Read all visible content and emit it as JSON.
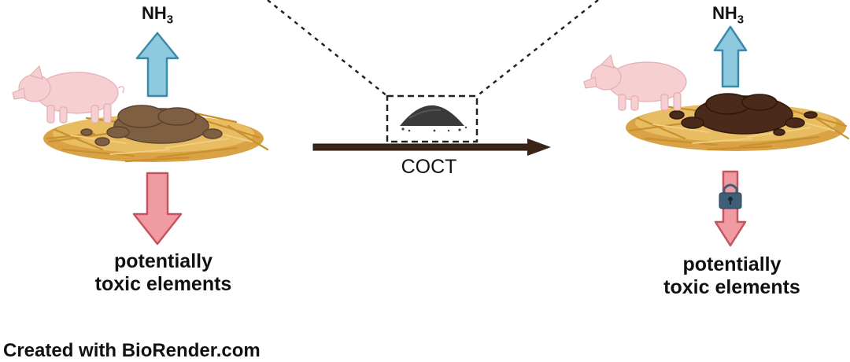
{
  "diagram": {
    "left_panel": {
      "gas_label": "NH",
      "gas_label_sub": "3",
      "bottom_label_line1": "potentially",
      "bottom_label_line2": "toxic elements"
    },
    "right_panel": {
      "gas_label": "NH",
      "gas_label_sub": "3",
      "bottom_label_line1": "potentially",
      "bottom_label_line2": "toxic elements"
    },
    "center": {
      "treatment_label": "COCT"
    },
    "credit": "Created with BioRender.com"
  },
  "colors": {
    "up_arrow_fill": "#8ec9e0",
    "up_arrow_stroke": "#3d8aa8",
    "down_arrow_fill": "#f09aa2",
    "down_arrow_stroke": "#c65360",
    "straw": "#e2b257",
    "manure_left": "#7e5f42",
    "manure_right": "#4a2a1a",
    "pig": "#f6cfd3",
    "main_arrow": "#3a2418",
    "biochar": "#3a3a3a",
    "lock": "#3f5f78"
  },
  "icons": [
    "pig-icon",
    "straw-bed-icon",
    "manure-pile-icon",
    "biochar-pile-icon",
    "padlock-icon"
  ]
}
